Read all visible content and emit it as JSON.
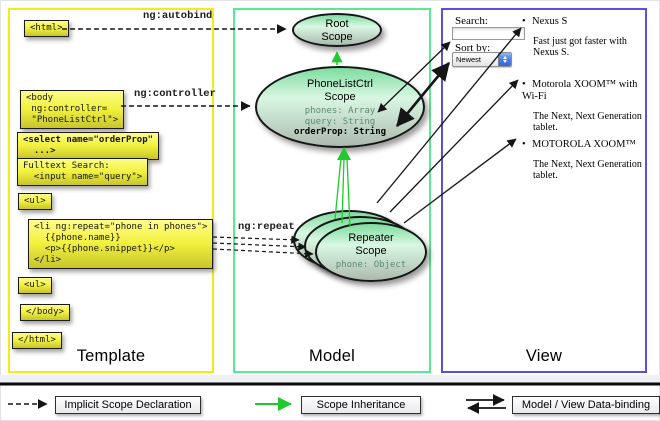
{
  "columns": {
    "template": {
      "title": "Template"
    },
    "model": {
      "title": "Model"
    },
    "view": {
      "title": "View"
    }
  },
  "directive_labels": {
    "autobind": "ng:autobind",
    "controller": "ng:controller",
    "repeat": "ng:repeat"
  },
  "template_code": {
    "html_open": "<html>",
    "body_open": "<body\n ng:controller=\n \"PhoneListCtrl\">",
    "select": "<select name=\"orderProp\"\n  ...>",
    "fulltext": "Fulltext Search:\n  <input name=\"query\">",
    "ul_open": "<ul>",
    "li_repeat": "<li ng:repeat=\"phone in phones\">\n  {{phone.name}}\n  <p>{{phone.snippet}}</p>\n</li>",
    "ul_close": "<ul>",
    "body_close": "</body>",
    "html_close": "</html>"
  },
  "model_scopes": {
    "root": {
      "name": "Root",
      "type": "Scope"
    },
    "phonelist": {
      "name": "PhoneListCtrl",
      "type": "Scope",
      "prop1": "phones: Array",
      "prop2": "query: String",
      "prop3": "orderProp: String"
    },
    "repeater": {
      "name": "Repeater",
      "type": "Scope",
      "prop1": "phone: Object"
    }
  },
  "view_panel": {
    "search_label": "Search:",
    "search_value": "",
    "sort_label": "Sort by:",
    "sort_value": "Newest",
    "items": [
      {
        "title": "Nexus S",
        "desc": "Fast just got faster with Nexus S."
      },
      {
        "title": "Motorola XOOM™ with Wi-Fi",
        "desc": "The Next, Next Generation tablet."
      },
      {
        "title": "MOTOROLA XOOM™",
        "desc": "The Next, Next Generation tablet."
      }
    ]
  },
  "legend": {
    "implicit": "Implicit Scope Declaration",
    "inheritance": "Scope Inheritance",
    "binding": "Model / View Data-binding"
  },
  "colors": {
    "template_border": "#f0ee18",
    "model_border": "#5ce793",
    "view_border": "#5b50d7",
    "inheritance_green": "#1fc92e",
    "code_box_yellow": "#f2f13e",
    "scope_fill_top": "#7edc9f",
    "arrow_black": "#151515"
  }
}
